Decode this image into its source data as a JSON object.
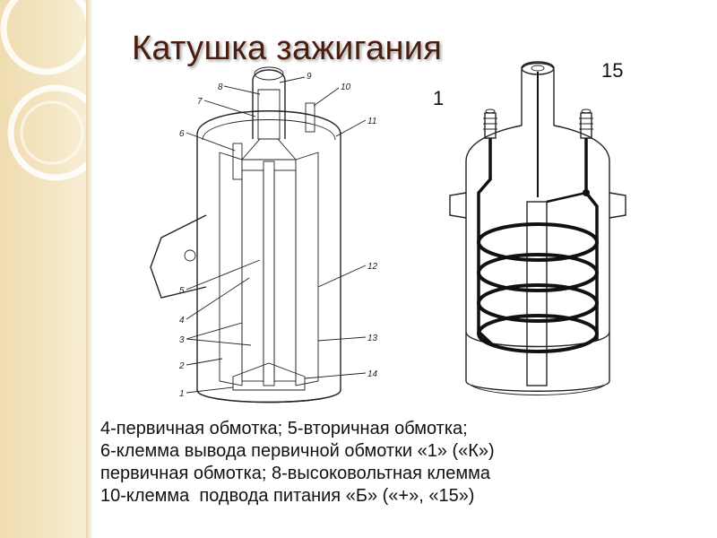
{
  "slide": {
    "title": "Катушка зажигания",
    "callout_left": "1",
    "callout_right": "15",
    "caption_lines": [
      "4-первичная обмотка; 5-вторичная обмотка;",
      "6-клемма вывода первичной обмотки «1» («К»)",
      "первичная обмотка; 8-высоковольтная клемма",
      "10-клемма  подвода питания «Б» («+», «15»)"
    ]
  },
  "diagram_left": {
    "labels": [
      "1",
      "2",
      "3",
      "4",
      "5",
      "6",
      "7",
      "8",
      "9",
      "10",
      "11",
      "12",
      "13",
      "14"
    ]
  }
}
